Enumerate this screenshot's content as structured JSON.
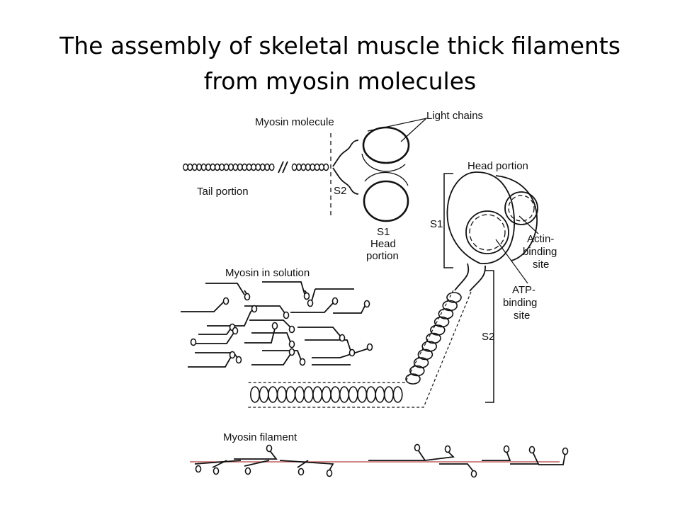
{
  "slide": {
    "title_line1": "The assembly of skeletal muscle thick filaments",
    "title_line2": "from myosin molecules"
  },
  "diagram": {
    "molecule": {
      "label": "Myosin molecule",
      "light_chains": "Light chains",
      "tail": "Tail portion",
      "s2": "S2",
      "s1": "S1",
      "head_line1": "Head",
      "head_line2": "portion"
    },
    "detail": {
      "head_portion": "Head portion",
      "s1": "S1",
      "actin_line1": "Actin-",
      "actin_line2": "binding",
      "actin_line3": "site",
      "atp_line1": "ATP-",
      "atp_line2": "binding",
      "atp_line3": "site",
      "s2": "S2"
    },
    "solution_label": "Myosin in solution",
    "filament_label": "Myosin filament"
  },
  "colors": {
    "ink": "#111111",
    "filament_core": "#c06060"
  }
}
